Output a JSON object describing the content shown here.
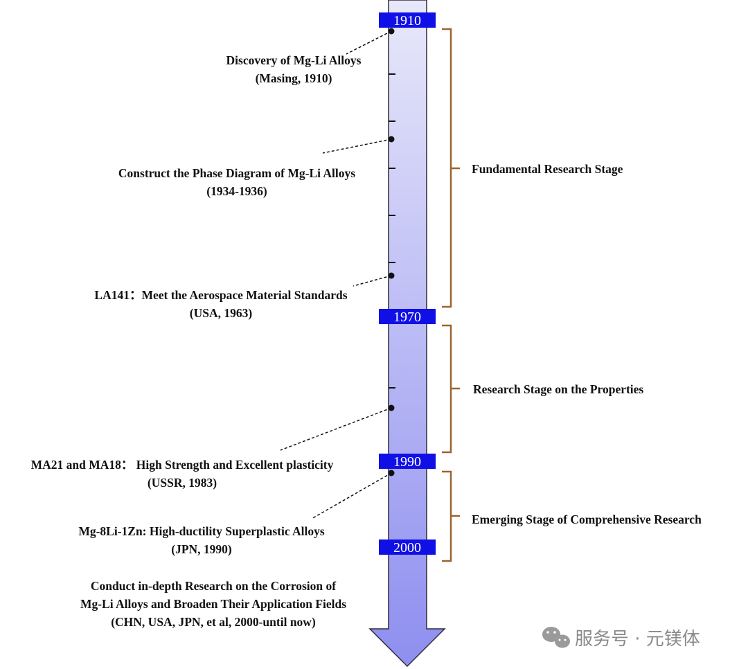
{
  "colors": {
    "arrow_top": "#e8e8fa",
    "arrow_bottom": "#8e8ef0",
    "arrow_stroke": "#2b2b3a",
    "year_box": "#1010e6",
    "bracket": "#9a6433",
    "dot": "#111111"
  },
  "year_markers": [
    {
      "label": "1910"
    },
    {
      "label": "1970"
    },
    {
      "label": "1990"
    },
    {
      "label": "2000"
    }
  ],
  "events": [
    {
      "lines": [
        "Discovery of Mg-Li Alloys",
        "(Masing, 1910)"
      ]
    },
    {
      "lines": [
        "Construct the Phase Diagram of Mg-Li Alloys",
        "(1934-1936)"
      ]
    },
    {
      "lines": [
        "LA141：Meet the Aerospace Material Standards",
        "(USA, 1963)"
      ]
    },
    {
      "lines": [
        "MA21 and MA18：  High Strength and Excellent plasticity",
        "(USSR, 1983)"
      ]
    },
    {
      "lines": [
        "Mg-8Li-1Zn: High-ductility Superplastic Alloys",
        "(JPN, 1990)"
      ]
    },
    {
      "lines": [
        "Conduct in-depth Research on the Corrosion of",
        "Mg-Li Alloys and Broaden Their Application Fields",
        "(CHN, USA, JPN, et al, 2000-until now)"
      ]
    }
  ],
  "stages": [
    {
      "label": "Fundamental Research Stage"
    },
    {
      "label": "Research Stage on the Properties"
    },
    {
      "label": "Emerging Stage of Comprehensive Research"
    }
  ],
  "watermark": {
    "icon": "wechat-icon",
    "text": "服务号 · 元镁体"
  }
}
